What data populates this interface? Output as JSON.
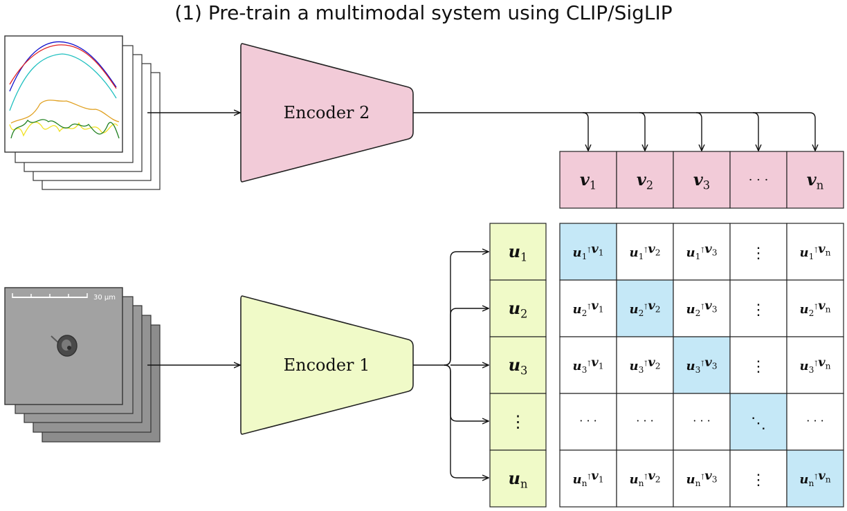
{
  "title": "(1) Pre-train a multimodal system using CLIP/SigLIP",
  "encoders": {
    "top": {
      "label": "Encoder 2",
      "color": "#f2cbd8"
    },
    "bottom": {
      "label": "Encoder 1",
      "color": "#f0fac8"
    }
  },
  "spectra_stack": {
    "curve_colors": [
      "#1010cc",
      "#e02020",
      "#20c0c0",
      "#e0a020",
      "#f0e020",
      "#208020"
    ]
  },
  "image_stack": {
    "scale_label": "30 µm",
    "cell_color": "#4a4a4a",
    "background": "#a2a2a2"
  },
  "v_vector": {
    "color": "#f2cbd8",
    "cells": [
      {
        "sym": "v",
        "sub": "1"
      },
      {
        "sym": "v",
        "sub": "2"
      },
      {
        "sym": "v",
        "sub": "3"
      },
      {
        "sym": "",
        "sub": "",
        "text": "· · ·"
      },
      {
        "sym": "v",
        "sub": "n"
      }
    ]
  },
  "u_vector": {
    "color": "#f0fac8",
    "cells": [
      {
        "sym": "u",
        "sub": "1"
      },
      {
        "sym": "u",
        "sub": "2"
      },
      {
        "sym": "u",
        "sub": "3"
      },
      {
        "sym": "",
        "sub": "",
        "text": "⋮"
      },
      {
        "sym": "u",
        "sub": "n"
      }
    ]
  },
  "matrix": {
    "diagonal_color": "#c5e8f7",
    "row_subs": [
      "1",
      "2",
      "3",
      "",
      "n"
    ],
    "col_subs": [
      "1",
      "2",
      "3",
      "",
      "n"
    ],
    "dots_row_text": "· · ·",
    "dots_col_text": "⋮",
    "diag_dots_text": "⋱",
    "transpose_mark": "⊺"
  }
}
